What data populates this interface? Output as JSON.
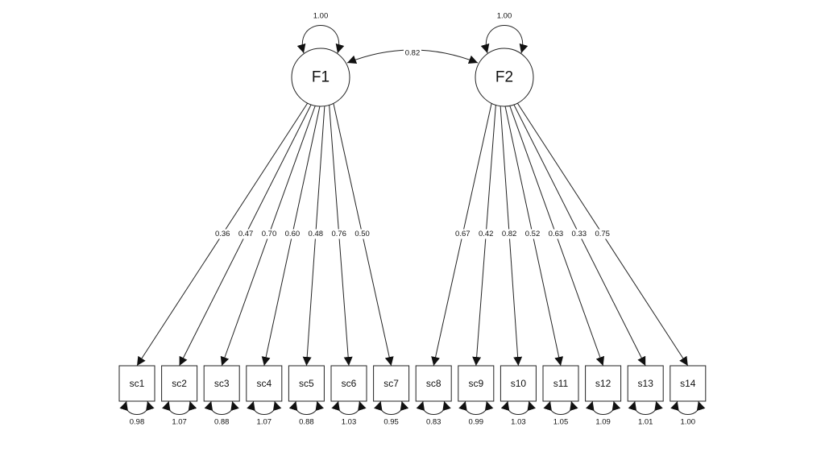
{
  "latents": [
    {
      "id": "F1",
      "label": "F1",
      "variance": "1.00"
    },
    {
      "id": "F2",
      "label": "F2",
      "variance": "1.00"
    }
  ],
  "covariance": {
    "from": "F1",
    "to": "F2",
    "value": "0.82"
  },
  "indicators": [
    {
      "id": "sc1",
      "label": "sc1",
      "factor": "F1",
      "loading": "0.36",
      "residual": "0.98"
    },
    {
      "id": "sc2",
      "label": "sc2",
      "factor": "F1",
      "loading": "0.47",
      "residual": "1.07"
    },
    {
      "id": "sc3",
      "label": "sc3",
      "factor": "F1",
      "loading": "0.70",
      "residual": "0.88"
    },
    {
      "id": "sc4",
      "label": "sc4",
      "factor": "F1",
      "loading": "0.60",
      "residual": "1.07"
    },
    {
      "id": "sc5",
      "label": "sc5",
      "factor": "F1",
      "loading": "0.48",
      "residual": "0.88"
    },
    {
      "id": "sc6",
      "label": "sc6",
      "factor": "F1",
      "loading": "0.76",
      "residual": "1.03"
    },
    {
      "id": "sc7",
      "label": "sc7",
      "factor": "F1",
      "loading": "0.50",
      "residual": "0.95"
    },
    {
      "id": "sc8",
      "label": "sc8",
      "factor": "F2",
      "loading": "0.67",
      "residual": "0.83"
    },
    {
      "id": "sc9",
      "label": "sc9",
      "factor": "F2",
      "loading": "0.42",
      "residual": "0.99"
    },
    {
      "id": "s10",
      "label": "s10",
      "factor": "F2",
      "loading": "0.82",
      "residual": "1.03"
    },
    {
      "id": "s11",
      "label": "s11",
      "factor": "F2",
      "loading": "0.52",
      "residual": "1.05"
    },
    {
      "id": "s12",
      "label": "s12",
      "factor": "F2",
      "loading": "0.63",
      "residual": "1.09"
    },
    {
      "id": "s13",
      "label": "s13",
      "factor": "F2",
      "loading": "0.33",
      "residual": "1.01"
    },
    {
      "id": "s14",
      "label": "s14",
      "factor": "F2",
      "loading": "0.75",
      "residual": "1.00"
    }
  ]
}
